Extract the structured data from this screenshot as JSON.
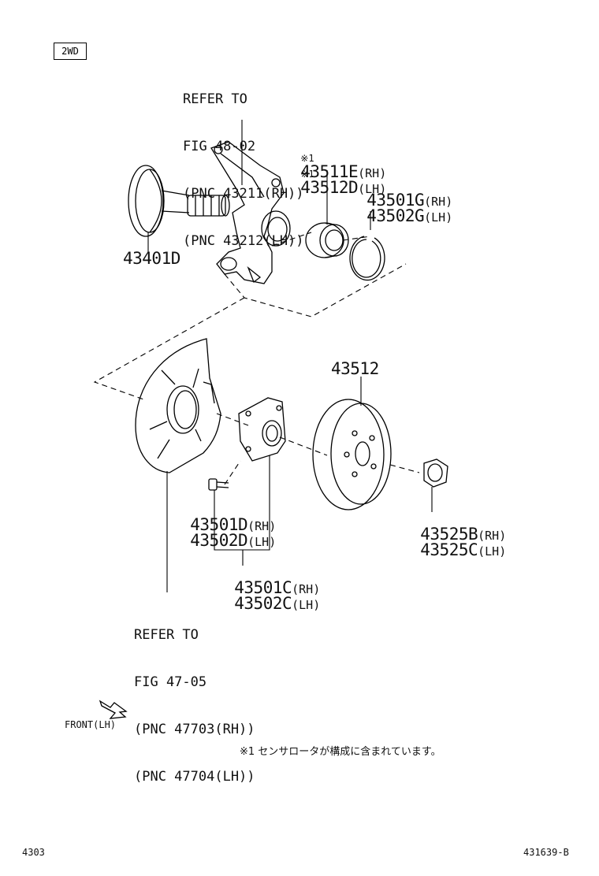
{
  "badge": "2WD",
  "refer_knuckle": {
    "line1": "REFER TO",
    "line2": "FIG 48-02",
    "line3": "(PNC 43211(RH))",
    "line4": "(PNC 43212(LH))"
  },
  "refer_cover": {
    "line1": "REFER TO",
    "line2": "FIG 47-05",
    "line3": "(PNC 47703(RH))",
    "line4": "(PNC 47704(LH))"
  },
  "parts": {
    "p43511E": {
      "mark": "※1",
      "pn": "43511E",
      "side": "(RH)"
    },
    "p43512D": {
      "mark": "※1",
      "pn": "43512D",
      "side": "(LH)"
    },
    "p43501G": {
      "pn": "43501G",
      "side": "(RH)"
    },
    "p43502G": {
      "pn": "43502G",
      "side": "(LH)"
    },
    "p43401D": {
      "pn": "43401D"
    },
    "p43512": {
      "pn": "43512"
    },
    "p43501D": {
      "pn": "43501D",
      "side": "(RH)"
    },
    "p43502D": {
      "pn": "43502D",
      "side": "(LH)"
    },
    "p43501C": {
      "pn": "43501C",
      "side": "(RH)"
    },
    "p43502C": {
      "pn": "43502C",
      "side": "(LH)"
    },
    "p43525B": {
      "pn": "43525B",
      "side": "(RH)"
    },
    "p43525C": {
      "pn": "43525C",
      "side": "(LH)"
    }
  },
  "front_label": "FRONT(LH)",
  "note": "※1 センサロータが構成に含まれています。",
  "page_code": "4303",
  "figure_code": "431639-B",
  "icons": [
    "front-arrow-icon"
  ]
}
